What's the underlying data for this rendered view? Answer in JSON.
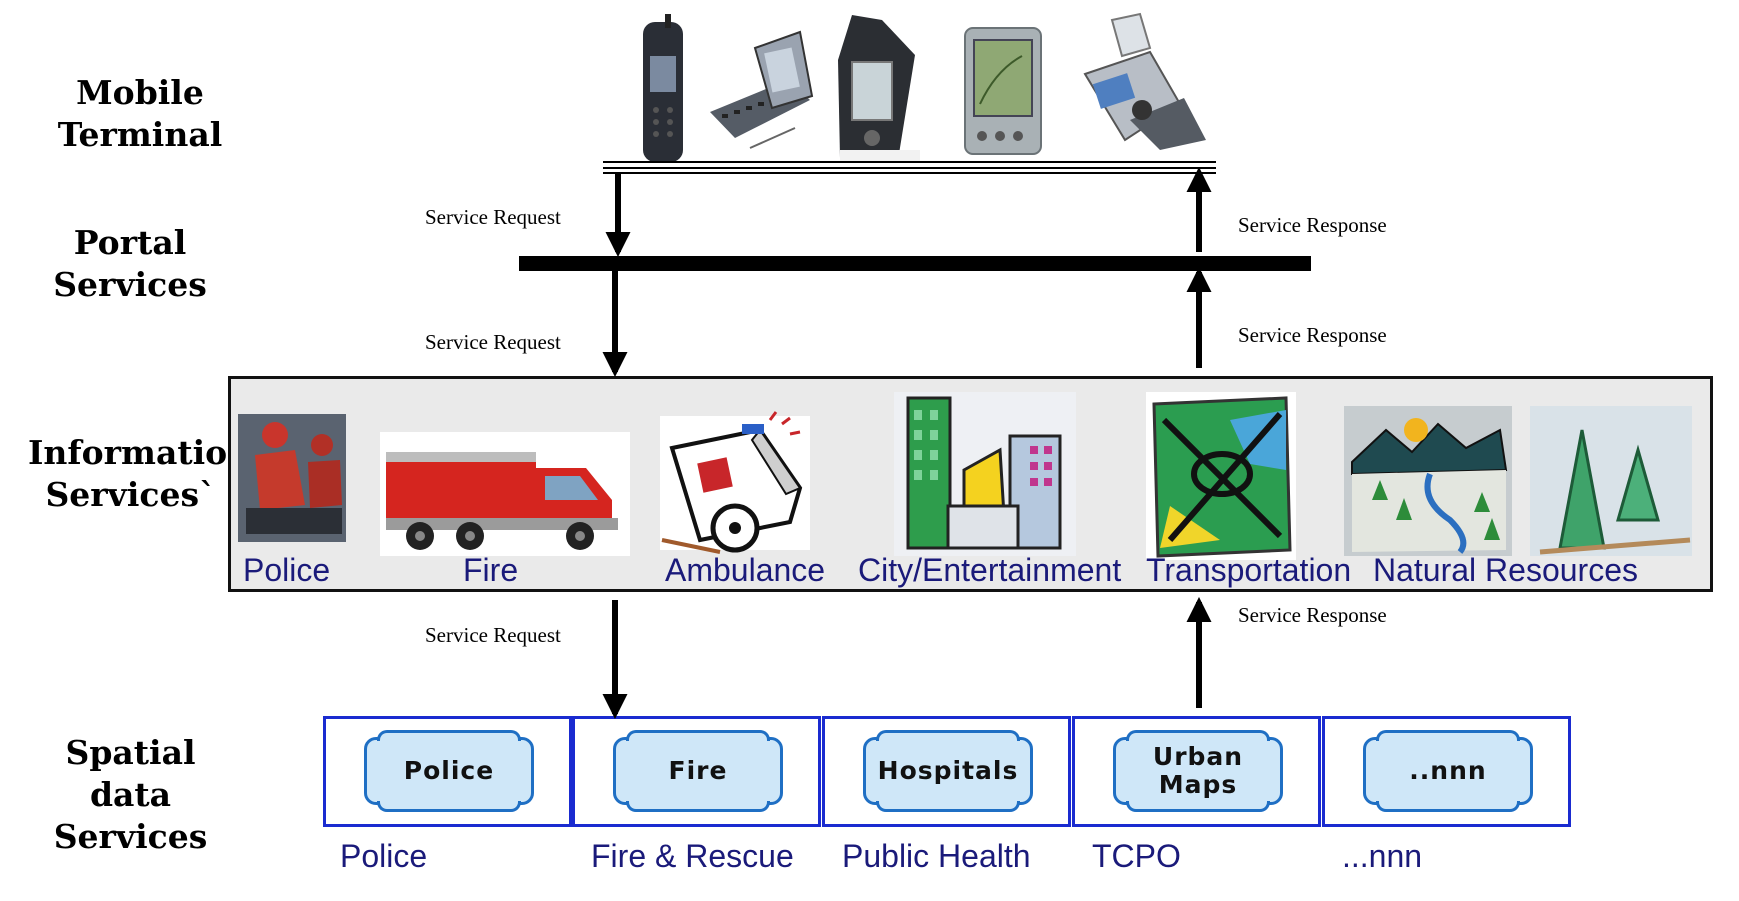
{
  "layers": {
    "mobile": "Mobile\nTerminal",
    "portal": "Portal\nServices",
    "info": "Information\nServices`",
    "spatial": "Spatial data\nServices"
  },
  "arrows": {
    "request_1": "Service Request",
    "request_2": "Service Request",
    "request_3": "Service Request",
    "response_1": "Service Response",
    "response_2": "Service Response",
    "response_3": "Service Response"
  },
  "devices": [
    "candybar-phone-icon",
    "flip-pda-icon",
    "pocket-pc-icon",
    "palm-pda-icon",
    "camera-flip-phone-icon"
  ],
  "info_services": [
    {
      "label": "Police",
      "icon": "police-motorcycle-icon"
    },
    {
      "label": "Fire",
      "icon": "fire-truck-icon"
    },
    {
      "label": "Ambulance",
      "icon": "ambulance-icon"
    },
    {
      "label": "City/Entertainment",
      "icon": "city-buildings-icon"
    },
    {
      "label": "Transportation",
      "icon": "highway-map-icon"
    },
    {
      "label": "Natural Resources",
      "icon": "landscape-icon"
    }
  ],
  "extra_icon": "pine-trees-icon",
  "data_services": [
    {
      "db": "Police",
      "dept": "Police"
    },
    {
      "db": "Fire",
      "dept": "Fire & Rescue"
    },
    {
      "db": "Hospitals",
      "dept": "Public Health"
    },
    {
      "db": "Urban\nMaps",
      "dept": "TCPO"
    },
    {
      "db": "..nnn",
      "dept": "...nnn"
    }
  ],
  "colors": {
    "label_blue": "#1a1a7a",
    "cell_border": "#1a2bd0",
    "db_fill": "#cfe7f8",
    "db_border": "#1f6fc4",
    "info_fill": "#eaeaea"
  }
}
